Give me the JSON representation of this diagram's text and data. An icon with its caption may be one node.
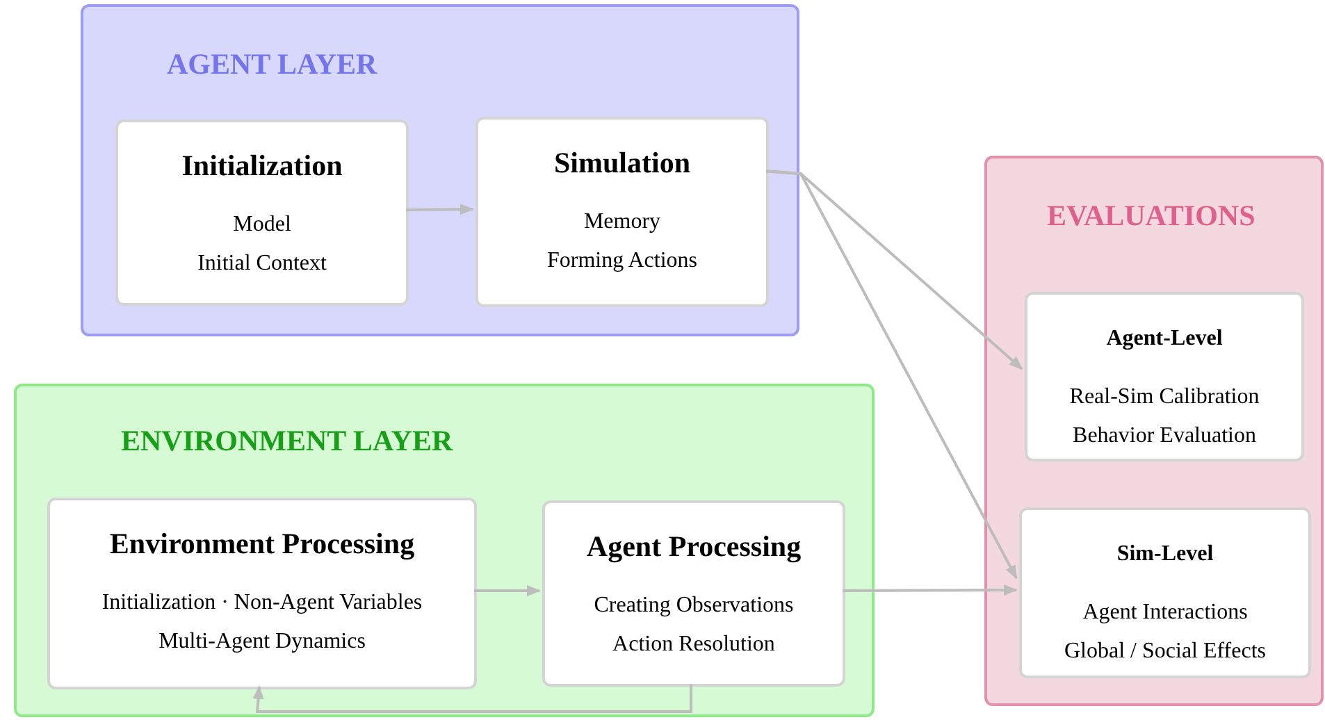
{
  "diagram": {
    "nodes": [
      {
        "text": [
          "AGENT LAYER"
        ]
      },
      {
        "text": [
          "Initialization",
          "Model",
          "Initial Context"
        ],
        "in": 0
      },
      {
        "text": [
          "Simulation",
          "Memory",
          "Forming Actions"
        ],
        "in": 0
      },
      {
        "text": [
          "ENVIRONMENT LAYER"
        ]
      },
      {
        "text": [
          "Environment Processing",
          "Initialization · Non-Agent Variables",
          "Multi-Agent Dynamics"
        ],
        "in": 3
      },
      {
        "text": [
          "Agent Processing",
          "Creating Observations",
          "Action Resolution"
        ],
        "in": 3
      },
      {
        "text": [
          "EVALUATIONS"
        ]
      },
      {
        "text": [
          "Agent-Level",
          "Real-Sim Calibration",
          "Behavior Evaluation"
        ],
        "in": 6
      },
      {
        "text": [
          "Sim-Level",
          "Agent Interactions",
          "Global / Social Effects"
        ],
        "in": 6
      }
    ],
    "edges": [
      {
        "from": 1,
        "to": 2,
        "arrow": "to"
      },
      {
        "from": 2,
        "to": 7,
        "arrow": "to"
      },
      {
        "from": 2,
        "to": 8,
        "arrow": "to"
      },
      {
        "from": 4,
        "to": 5,
        "arrow": "to"
      },
      {
        "from": 5,
        "to": 8,
        "arrow": "to"
      },
      {
        "from": 5,
        "to": 4,
        "arrow": "to"
      }
    ]
  }
}
